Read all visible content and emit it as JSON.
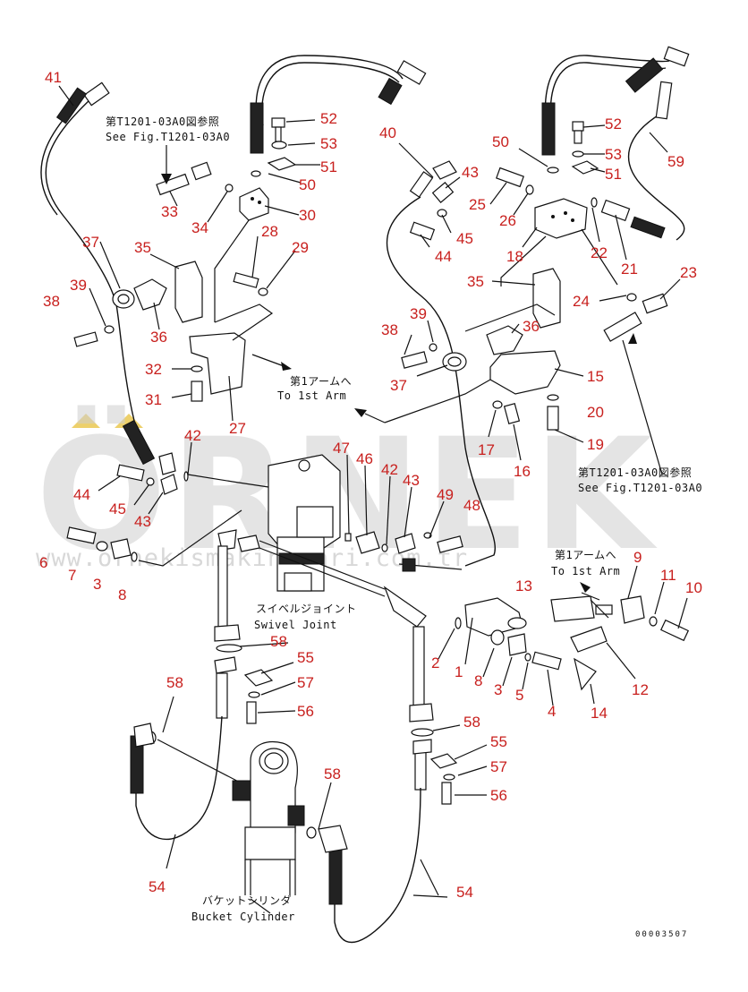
{
  "watermark": {
    "brand": "ÖRNEK",
    "url": "www.ornekismakinalari.com.tr",
    "accent_color": "#e8c446"
  },
  "colors": {
    "callout": "#c8201e",
    "line": "#111111"
  },
  "annotations": {
    "ref_top_jp": "第T1201-03A0図参照",
    "ref_top_en": "See Fig.T1201-03A0",
    "to_arm_left_jp": "第1アームへ",
    "to_arm_left_en": "To 1st Arm",
    "ref_right_jp": "第T1201-03A0図参照",
    "ref_right_en": "See Fig.T1201-03A0",
    "to_arm_right_jp": "第1アームへ",
    "to_arm_right_en": "To 1st Arm",
    "swivel_jp": "スイベルジョイント",
    "swivel_en": "Swivel Joint",
    "bucket_jp": "バケットシリンダ",
    "bucket_en": "Bucket Cylinder",
    "drawing_code": "00003507"
  },
  "callouts": [
    {
      "label": "41"
    },
    {
      "label": "52"
    },
    {
      "label": "53"
    },
    {
      "label": "51"
    },
    {
      "label": "50"
    },
    {
      "label": "33"
    },
    {
      "label": "34"
    },
    {
      "label": "30"
    },
    {
      "label": "28"
    },
    {
      "label": "29"
    },
    {
      "label": "37"
    },
    {
      "label": "35"
    },
    {
      "label": "39"
    },
    {
      "label": "38"
    },
    {
      "label": "36"
    },
    {
      "label": "32"
    },
    {
      "label": "31"
    },
    {
      "label": "27"
    },
    {
      "label": "42"
    },
    {
      "label": "44"
    },
    {
      "label": "45"
    },
    {
      "label": "43"
    },
    {
      "label": "6"
    },
    {
      "label": "7"
    },
    {
      "label": "3"
    },
    {
      "label": "8"
    },
    {
      "label": "47"
    },
    {
      "label": "46"
    },
    {
      "label": "42"
    },
    {
      "label": "43"
    },
    {
      "label": "49"
    },
    {
      "label": "48"
    },
    {
      "label": "58"
    },
    {
      "label": "55"
    },
    {
      "label": "57"
    },
    {
      "label": "56"
    },
    {
      "label": "58"
    },
    {
      "label": "54"
    },
    {
      "label": "2"
    },
    {
      "label": "1"
    },
    {
      "label": "8"
    },
    {
      "label": "3"
    },
    {
      "label": "5"
    },
    {
      "label": "4"
    },
    {
      "label": "13"
    },
    {
      "label": "9"
    },
    {
      "label": "11"
    },
    {
      "label": "10"
    },
    {
      "label": "12"
    },
    {
      "label": "14"
    },
    {
      "label": "58"
    },
    {
      "label": "55"
    },
    {
      "label": "57"
    },
    {
      "label": "56"
    },
    {
      "label": "58"
    },
    {
      "label": "54"
    },
    {
      "label": "40"
    },
    {
      "label": "43"
    },
    {
      "label": "50"
    },
    {
      "label": "52"
    },
    {
      "label": "53"
    },
    {
      "label": "51"
    },
    {
      "label": "59"
    },
    {
      "label": "25"
    },
    {
      "label": "26"
    },
    {
      "label": "45"
    },
    {
      "label": "44"
    },
    {
      "label": "18"
    },
    {
      "label": "22"
    },
    {
      "label": "21"
    },
    {
      "label": "23"
    },
    {
      "label": "35"
    },
    {
      "label": "24"
    },
    {
      "label": "36"
    },
    {
      "label": "39"
    },
    {
      "label": "38"
    },
    {
      "label": "37"
    },
    {
      "label": "15"
    },
    {
      "label": "20"
    },
    {
      "label": "17"
    },
    {
      "label": "16"
    },
    {
      "label": "19"
    }
  ]
}
